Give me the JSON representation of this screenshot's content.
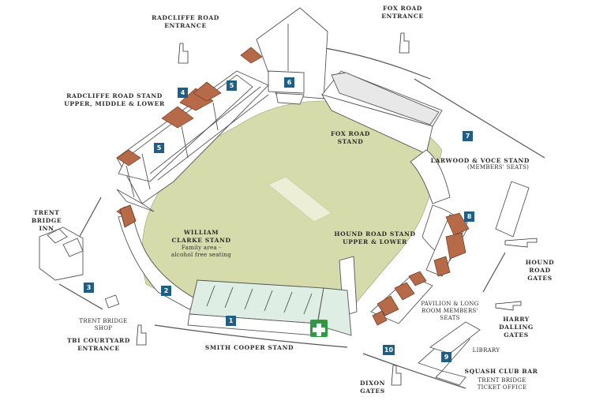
{
  "colors": {
    "pitch": "#d6dbab",
    "roof": "#b66a47",
    "marker": "#1f5f86",
    "stand_glass": "#dfeee5",
    "first_aid": "#2e9a46"
  },
  "labels": {
    "radcliffe_entrance": "RADCLIFFE ROAD\nENTRANCE",
    "fox_entrance": "FOX ROAD\nENTRANCE",
    "radcliffe_stand": "RADCLIFFE ROAD STAND\nUPPER, MIDDLE & LOWER",
    "fox_stand": "FOX ROAD\nSTAND",
    "larwood_stand": "LARWOOD & VOCE STAND",
    "larwood_sub": "(MEMBERS' SEATS)",
    "trent_bridge_inn": "TRENT\nBRIDGE\nINN",
    "william_clarke_stand": "WILLIAM\nCLARKE STAND",
    "william_clarke_sub": "Family area -\nalcohol free seating",
    "hound_road_stand": "HOUND ROAD STAND\nUPPER & LOWER",
    "hound_road_gates": "HOUND\nROAD\nGATES",
    "harry_dalling_gates": "HARRY\nDALLING\nGATES",
    "pavilion": "PAVILION & LONG\nROOM MEMBERS'\nSEATS",
    "library": "LIBRARY",
    "trent_bridge_shop": "TRENT BRIDGE\nSHOP",
    "tbi_courtyard": "TBI COURTYARD\nENTRANCE",
    "smith_cooper_stand": "SMITH COOPER STAND",
    "dixon_gates": "DIXON\nGATES",
    "squash_club_bar": "SQUASH CLUB BAR",
    "ticket_office": "TRENT BRIDGE\nTICKET OFFICE"
  },
  "markers": [
    "1",
    "2",
    "3",
    "4",
    "5",
    "5",
    "6",
    "7",
    "8",
    "9",
    "10"
  ],
  "icons": {
    "hand": "pointing-hand-icon",
    "first_aid": "first-aid-cross-icon"
  }
}
